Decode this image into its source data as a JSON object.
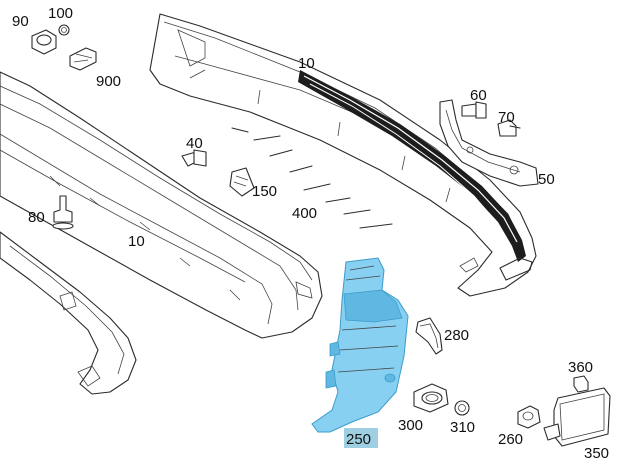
{
  "labels": {
    "p10a": "10",
    "p10b": "10",
    "p40": "40",
    "p50": "50",
    "p60": "60",
    "p70": "70",
    "p80": "80",
    "p90": "90",
    "p100": "100",
    "p150": "150",
    "p250": "250",
    "p260": "260",
    "p280": "280",
    "p300": "300",
    "p310": "310",
    "p350": "350",
    "p360": "360",
    "p400": "400",
    "p900": "900"
  },
  "highlight": {
    "part": "250",
    "fill": "#87d0f2",
    "stroke": "#3d9cc8",
    "label_bg": "#9fcfe3"
  }
}
